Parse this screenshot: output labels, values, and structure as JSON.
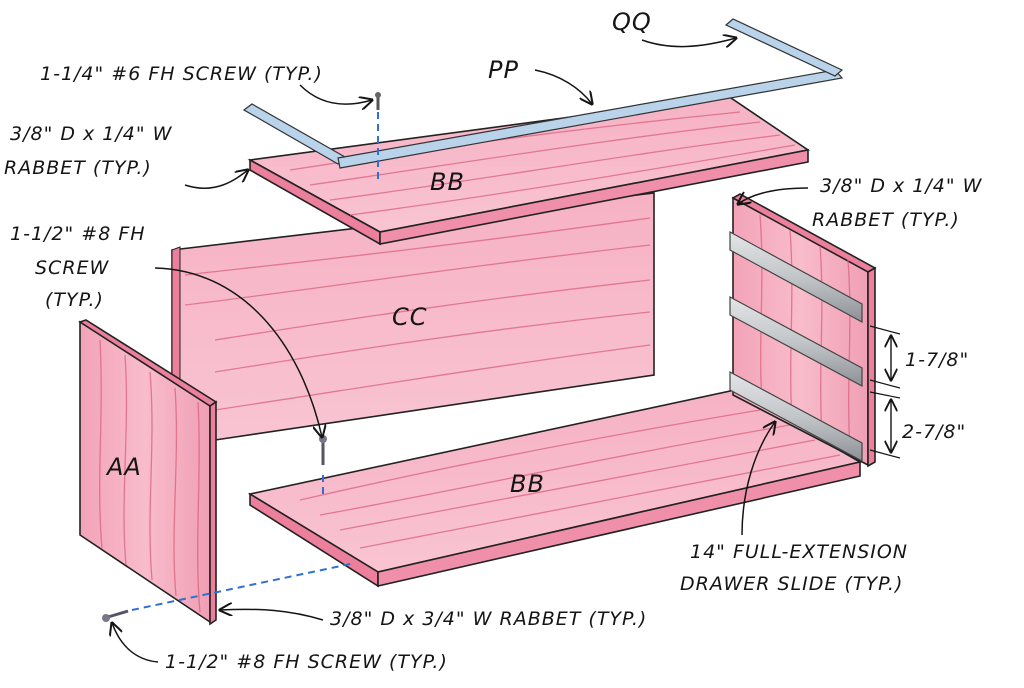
{
  "diagram": {
    "type": "exploded-assembly-drawing",
    "colors": {
      "wood_face": "#f7b3c5",
      "wood_edge": "#ec7f9c",
      "wood_grain": "#d9607e",
      "metal_frame": "#b9d3ea",
      "drawer_slide": "#c4c6c8",
      "hidden_line": "#2f6fd6",
      "ink": "#151515"
    },
    "parts": {
      "aa": "AA",
      "bb_top": "BB",
      "bb_bottom": "BB",
      "cc": "CC",
      "pp": "PP",
      "qq": "QQ"
    },
    "callouts": {
      "top_screw": "1-1/4\" #6 FH SCREW (TYP.)",
      "top_rabbet_line1": "3/8\" D x 1/4\" W",
      "top_rabbet_line2": "RABBET (TYP.)",
      "side_rabbet_line1": "3/8\" D x 1/4\" W",
      "side_rabbet_line2": "RABBET (TYP.)",
      "mid_screw_line1": "1-1/2\" #8 FH",
      "mid_screw_line2": "SCREW",
      "mid_screw_line3": "(TYP.)",
      "bottom_rabbet": "3/8\" D x 3/4\" W RABBET (TYP.)",
      "bottom_screw": "1-1/2\" #8 FH SCREW (TYP.)",
      "slide_line1": "14\" FULL-EXTENSION",
      "slide_line2": "DRAWER SLIDE (TYP.)"
    },
    "dimensions": {
      "upper_spacing": "1-7/8\"",
      "lower_spacing": "2-7/8\""
    }
  }
}
